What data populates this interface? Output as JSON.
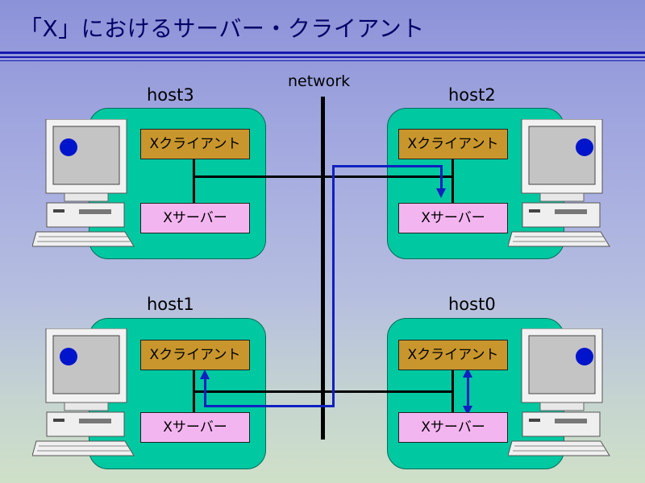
{
  "title": "「X」におけるサーバー・クライアント",
  "network_label": "network",
  "hosts": [
    {
      "name": "host3",
      "client": "Xクライアント",
      "server": "Xサーバー"
    },
    {
      "name": "host2",
      "client": "Xクライアント",
      "server": "Xサーバー"
    },
    {
      "name": "host1",
      "client": "Xクライアント",
      "server": "Xサーバー"
    },
    {
      "name": "host0",
      "client": "Xクライアント",
      "server": "Xサーバー"
    }
  ],
  "colors": {
    "host_panel": "#00c8a0",
    "client_box": "#c8962c",
    "server_box": "#f3b5f0",
    "connection_path": "#1020c0"
  },
  "icons": [
    "computer-icon",
    "computer-icon",
    "computer-icon",
    "computer-icon"
  ]
}
